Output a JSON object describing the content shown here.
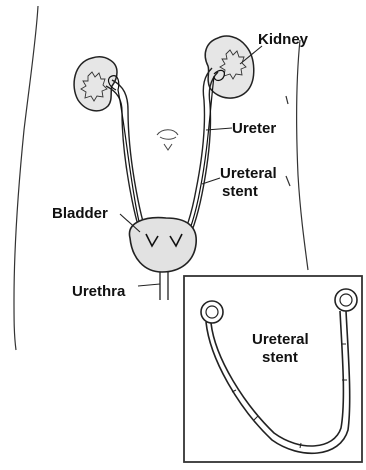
{
  "labels": {
    "kidney": "Kidney",
    "ureter": "Ureter",
    "ureteral_stent_line1": "Ureteral",
    "ureteral_stent_line2": "stent",
    "bladder": "Bladder",
    "urethra": "Urethra",
    "inset_line1": "Ureteral",
    "inset_line2": "stent"
  },
  "colors": {
    "line": "#222222",
    "kidney_fill": "#e6e6e6",
    "bladder_fill": "#e2e2e2",
    "inset_border": "#333333"
  }
}
